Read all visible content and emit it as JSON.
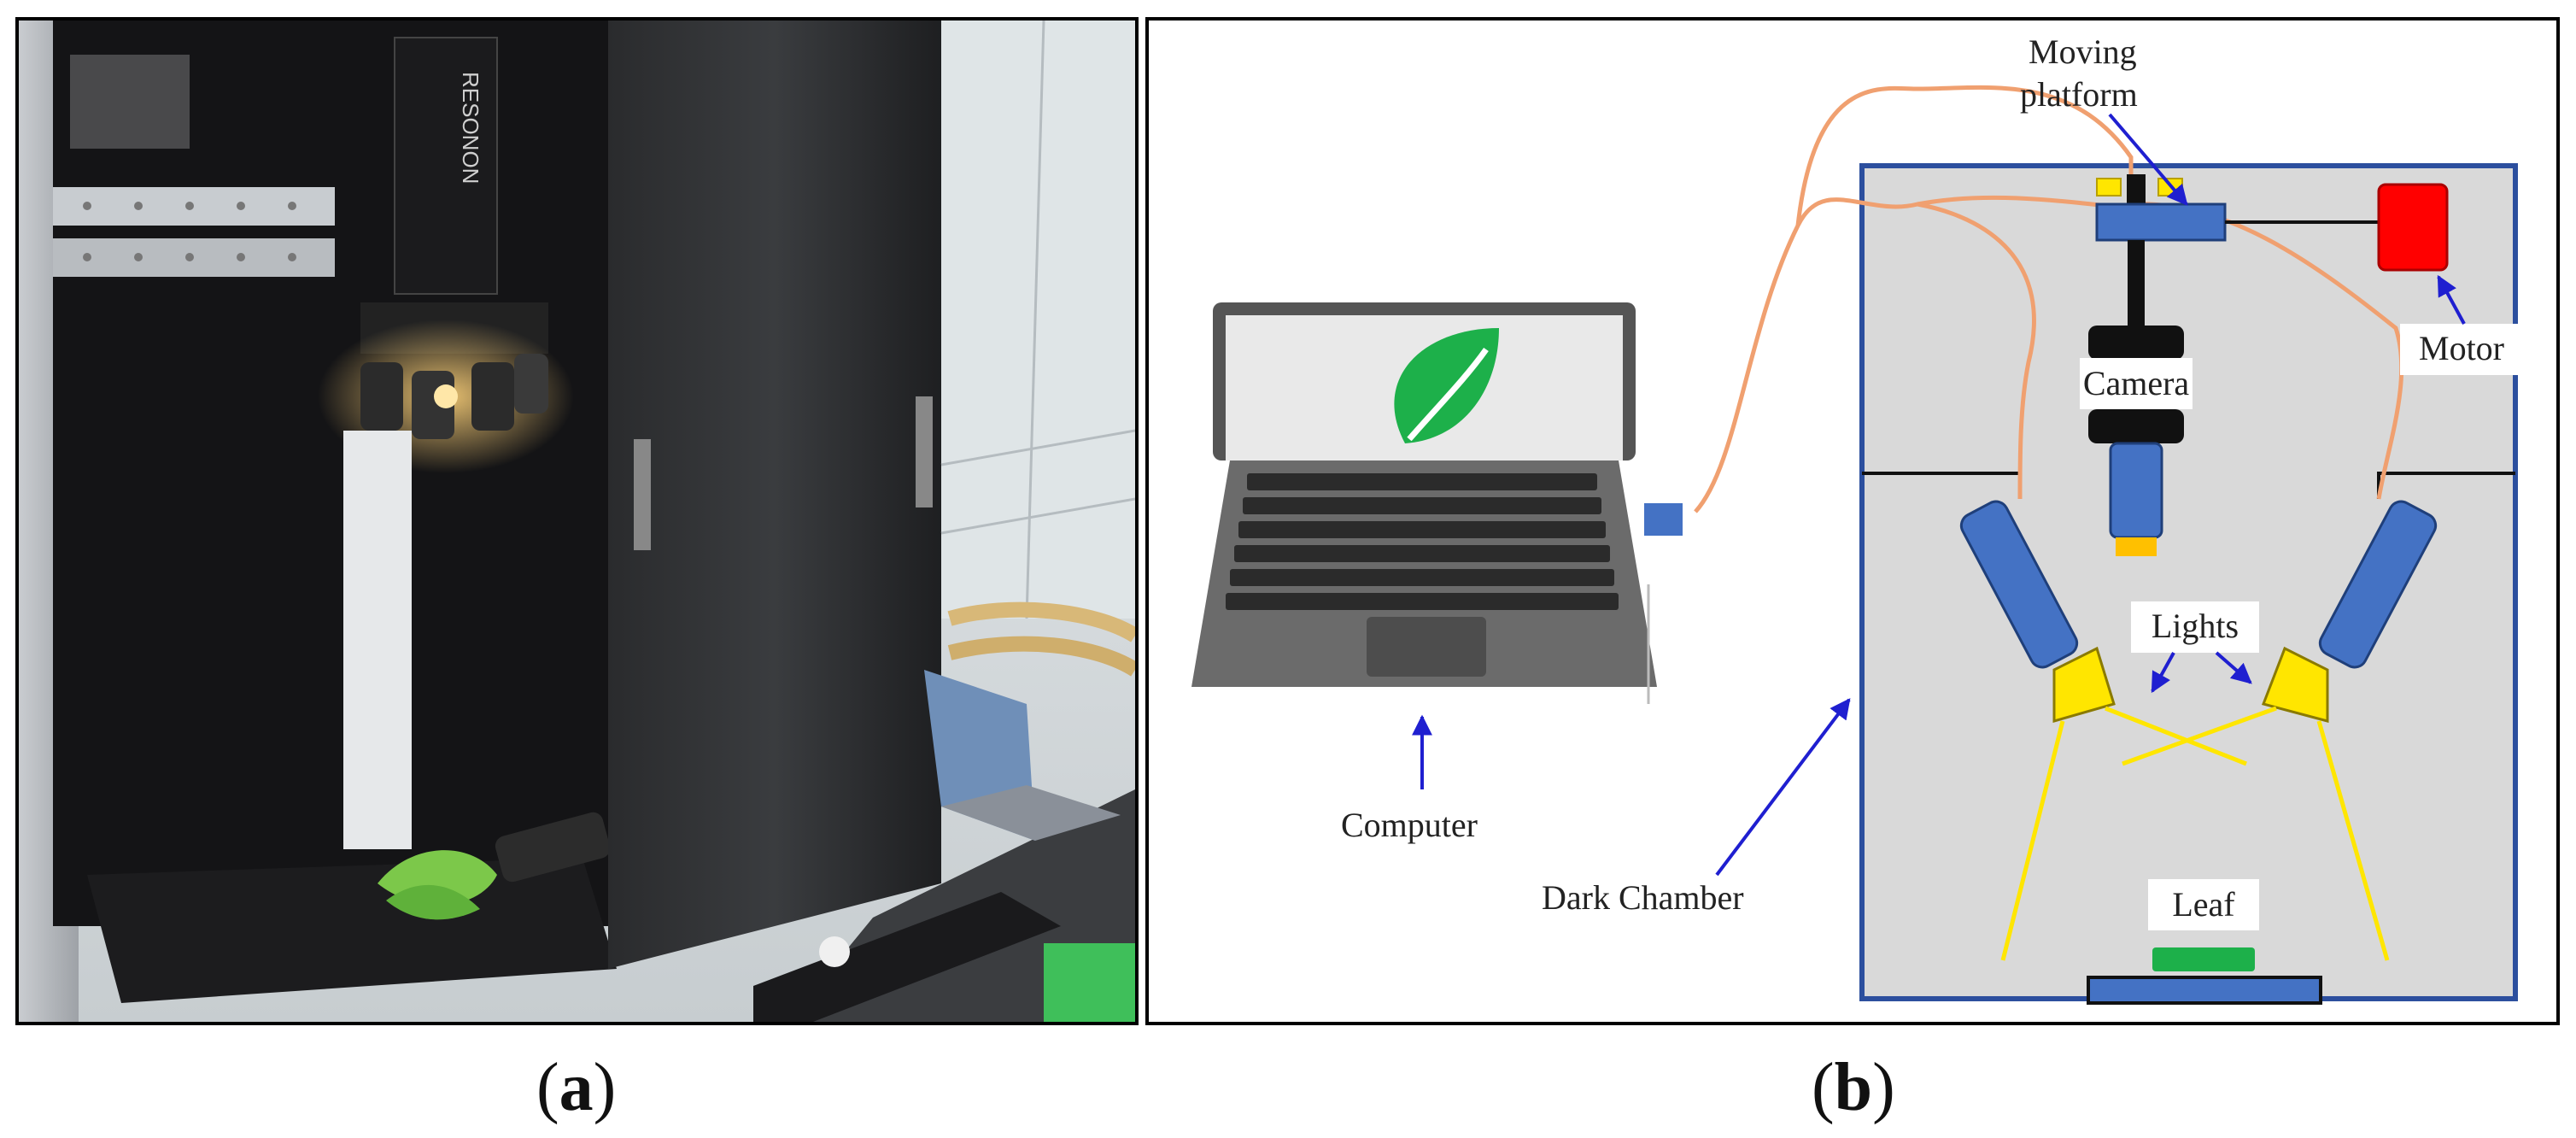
{
  "figure": {
    "panel_a": {
      "caption": "a"
    },
    "panel_b": {
      "caption": "b",
      "labels": {
        "moving_platform_line1": "Moving",
        "moving_platform_line2": "platform",
        "motor": "Motor",
        "camera": "Camera",
        "lights": "Lights",
        "computer": "Computer",
        "dark_chamber": "Dark Chamber",
        "leaf": "Leaf"
      },
      "icons": {
        "laptop_screen_icon": "leaf-icon"
      }
    }
  },
  "colors": {
    "chamber_border": "#2c4f9e",
    "chamber_fill": "#d9d9d9",
    "camera_blue": "#4472c4",
    "light_yellow": "#ffe600",
    "lens_orange": "#ffc000",
    "motor_red": "#ff0000",
    "cable_orange": "#f0a070",
    "leaf_green": "#1db04a",
    "arrow_blue": "#1f1fd0"
  }
}
